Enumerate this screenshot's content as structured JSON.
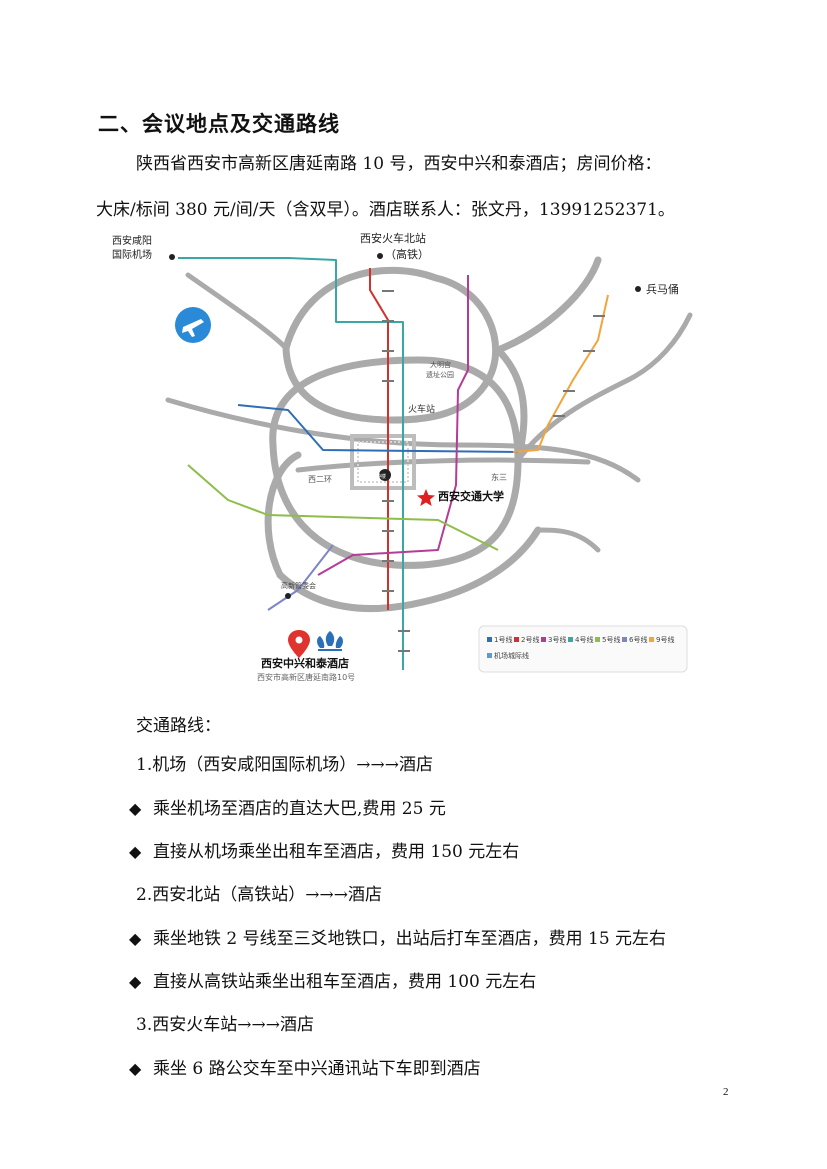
{
  "heading": "二、会议地点及交通路线",
  "para1": "陕西省西安市高新区唐延南路 10 号，西安中兴和泰酒店；房间价格：",
  "para2": "大床/标间 380 元/间/天（含双早）。酒店联系人：张文丹，13991252371。",
  "map": {
    "airport_line1": "西安咸阳",
    "airport_line2": "国际机场",
    "north_station_line1": "西安火车北站",
    "north_station_line2": "（高铁）",
    "terracotta": "兵马俑",
    "train_station": "火车站",
    "xjtu": "西安交通大学",
    "daminggong1": "大明宫",
    "daminggong2": "遗址公园",
    "west_ring": "西二环",
    "east_ring": "东三",
    "hotel_name": "西安中兴和泰酒店",
    "hotel_address": "西安市高新区唐延南路10号",
    "gaoxin": "高新管委会",
    "center": "钟楼",
    "legend": [
      "1号线",
      "2号线",
      "3号线",
      "4号线",
      "5号线",
      "6号线",
      "9号线",
      "机场城际线"
    ],
    "colors": {
      "line1": "#2f6db5",
      "line2": "#d0312d",
      "line3": "#b43c98",
      "line4": "#3aa7a5",
      "line5": "#8dbd4a",
      "line6": "#7d86c4",
      "line9": "#f2a53a",
      "airport": "#5a9bd5",
      "ring": "#aaaaaa",
      "star": "#e01f1f",
      "pin": "#e0322e",
      "lotus": "#2a6fb8"
    }
  },
  "routes_title": "交通路线：",
  "route1_title": "1.机场（西安咸阳国际机场）→→→酒店",
  "route1_item1": "乘坐机场至酒店的直达大巴,费用 25 元",
  "route1_item2": "直接从机场乘坐出租车至酒店，费用 150 元左右",
  "route2_title": "2.西安北站（高铁站）→→→酒店",
  "route2_item1": "乘坐地铁 2 号线至三爻地铁口，出站后打车至酒店，费用 15 元左右",
  "route2_item2": "直接从高铁站乘坐出租车至酒店，费用 100 元左右",
  "route3_title": "3.西安火车站→→→酒店",
  "route3_item1": "乘坐 6 路公交车至中兴通讯站下车即到酒店",
  "bullet": "◆",
  "page_number": "2"
}
